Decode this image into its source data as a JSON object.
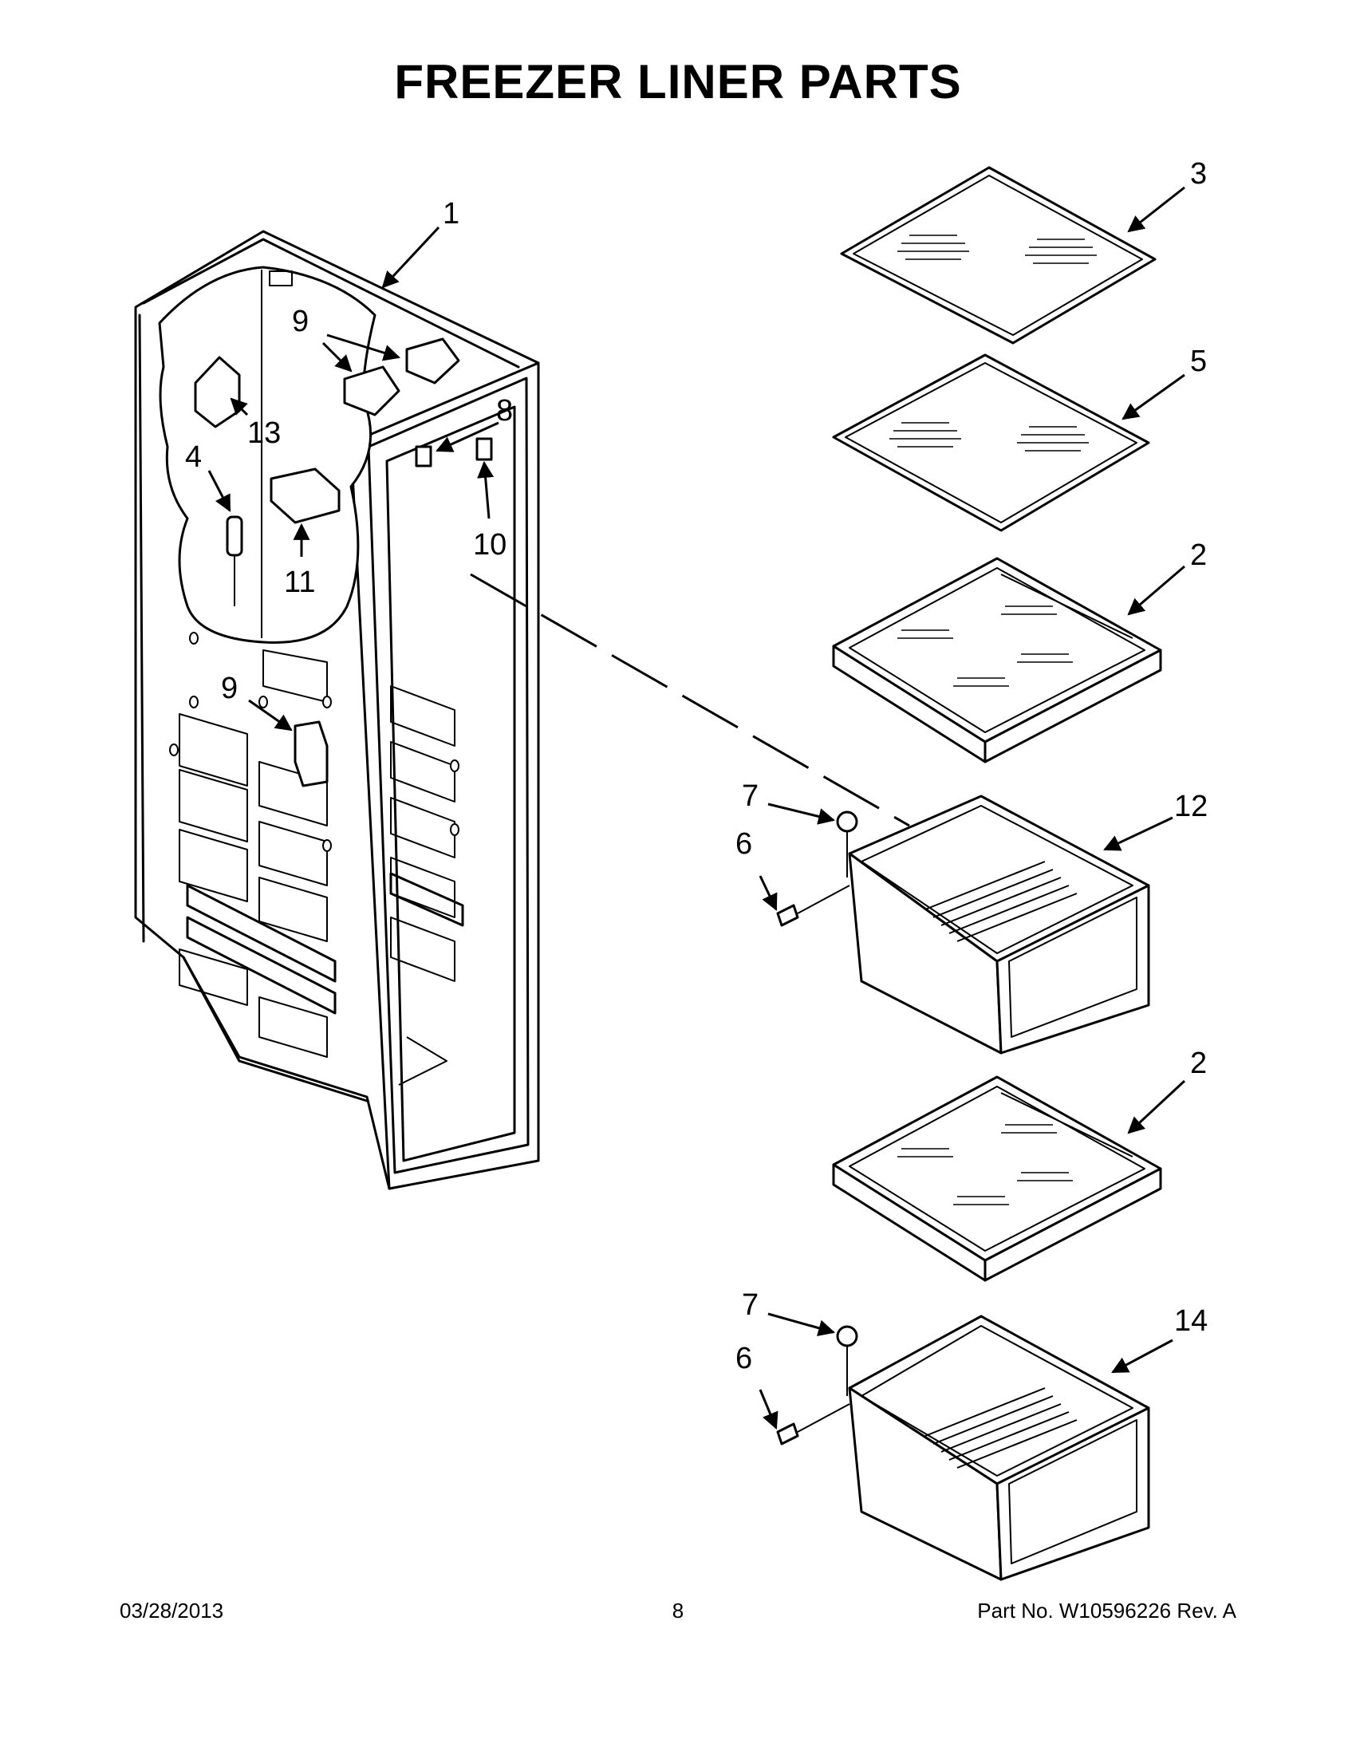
{
  "title": "FREEZER LINER PARTS",
  "callouts": {
    "c1": "1",
    "c2a": "2",
    "c2b": "2",
    "c3": "3",
    "c4": "4",
    "c5": "5",
    "c6a": "6",
    "c6b": "6",
    "c7a": "7",
    "c7b": "7",
    "c8": "8",
    "c9a": "9",
    "c9b": "9",
    "c10": "10",
    "c11": "11",
    "c12": "12",
    "c13": "13",
    "c14": "14"
  },
  "footer": {
    "date": "03/28/2013",
    "page": "8",
    "part": "Part No.  W10596226  Rev.  A"
  }
}
